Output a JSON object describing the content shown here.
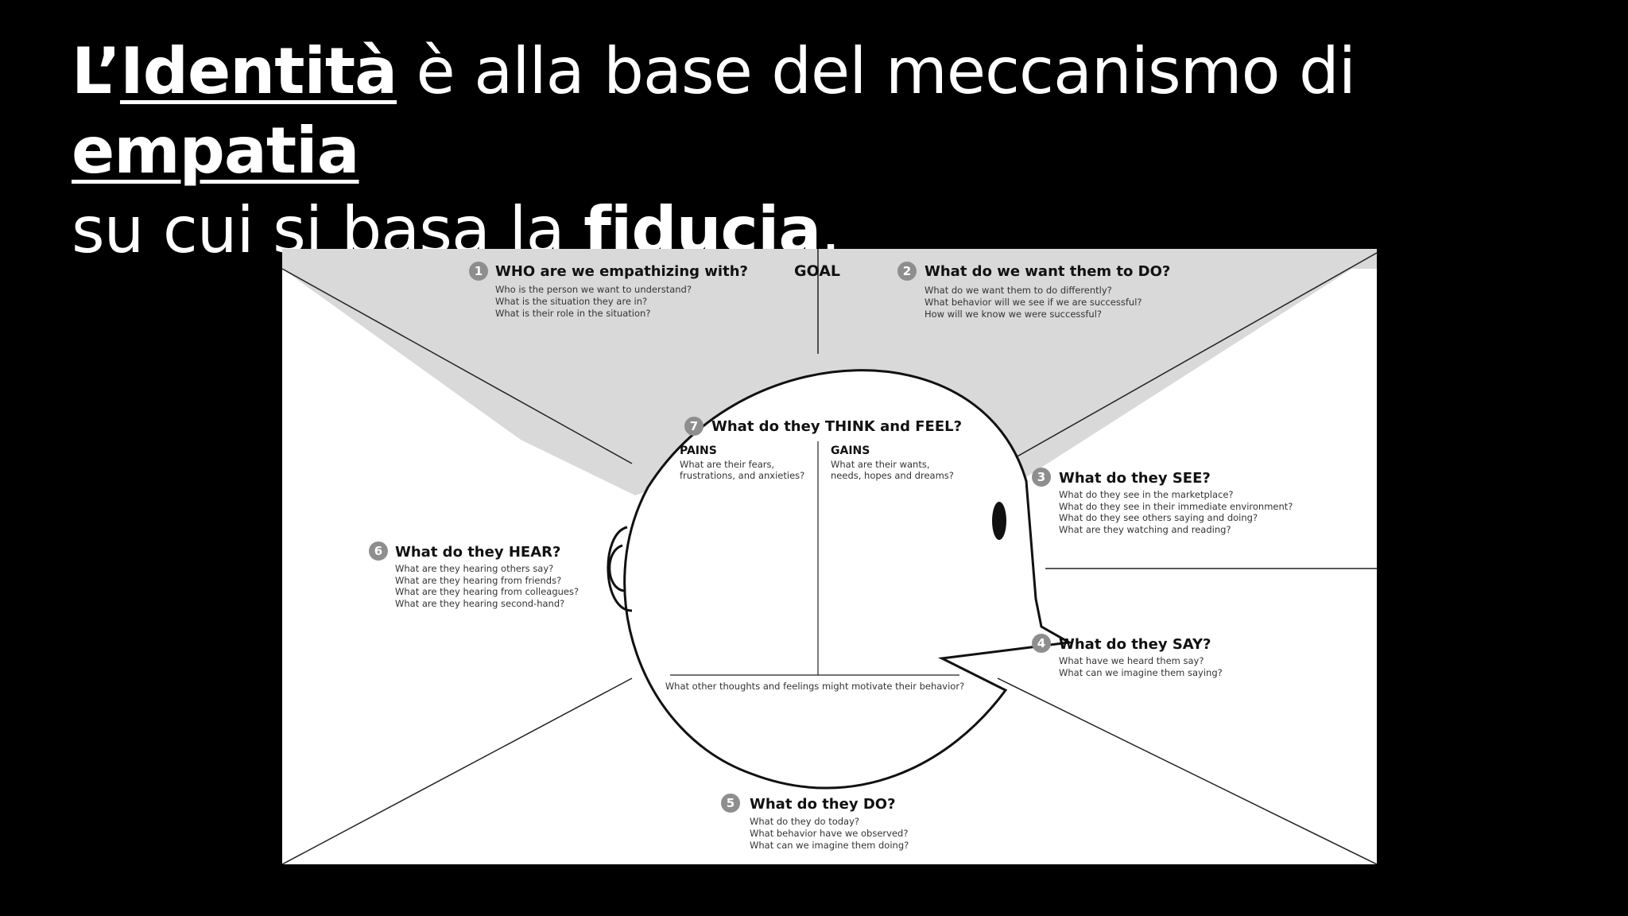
{
  "title": {
    "l1_a": "L’",
    "l1_b": "Identità",
    "l1_c": " è alla base del meccanismo di ",
    "l1_d": "empatia",
    "l2_a": "su cui si basa la ",
    "l2_b": "fiducia",
    "l2_c": "."
  },
  "goal_label": "GOAL",
  "sections": {
    "who": {
      "num": "1",
      "heading": "WHO are we empathizing with?",
      "lines": [
        "Who is the person we want to understand?",
        "What is the situation they are in?",
        "What is their role in the situation?"
      ]
    },
    "do_goal": {
      "num": "2",
      "heading": "What do we want them to DO?",
      "lines": [
        "What do we want them to do differently?",
        "What behavior will we see if we are successful?",
        "How will we know we were successful?"
      ]
    },
    "see": {
      "num": "3",
      "heading": "What do they SEE?",
      "lines": [
        "What do they see in the marketplace?",
        "What do they see in their immediate environment?",
        "What do they see others saying and doing?",
        "What are they watching and reading?"
      ]
    },
    "say": {
      "num": "4",
      "heading": "What do they SAY?",
      "lines": [
        "What have we heard them say?",
        "What can we imagine them saying?"
      ]
    },
    "do": {
      "num": "5",
      "heading": "What do they DO?",
      "lines": [
        "What do they do today?",
        "What behavior have we observed?",
        "What can we imagine them doing?"
      ]
    },
    "hear": {
      "num": "6",
      "heading": "What do they HEAR?",
      "lines": [
        "What are they hearing others say?",
        "What are they hearing from friends?",
        "What are they hearing from colleagues?",
        "What are they hearing second-hand?"
      ]
    },
    "think": {
      "num": "7",
      "heading": "What do they THINK and FEEL?"
    }
  },
  "pains": {
    "label": "PAINS",
    "lines": [
      "What are their fears,",
      "frustrations, and anxieties?"
    ]
  },
  "gains": {
    "label": "GAINS",
    "lines": [
      "What are their wants,",
      "needs, hopes and dreams?"
    ]
  },
  "other_thoughts": "What other thoughts and feelings might motivate their behavior?"
}
